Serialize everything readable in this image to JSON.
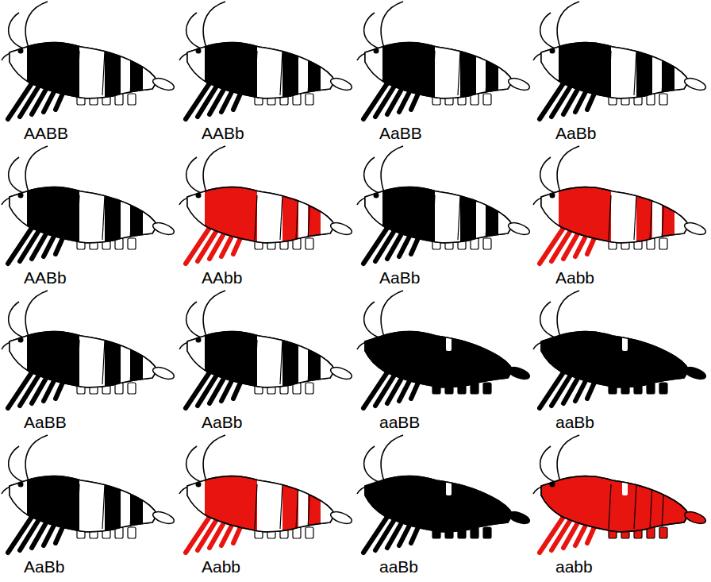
{
  "diagram": {
    "labels": [
      "AABB",
      "AABb",
      "AaBB",
      "AaBb",
      "AABb",
      "AAbb",
      "AaBb",
      "Aabb",
      "AaBB",
      "AaBb",
      "aaBB",
      "aaBb",
      "AaBb",
      "Aabb",
      "aaBb",
      "aabb"
    ]
  }
}
